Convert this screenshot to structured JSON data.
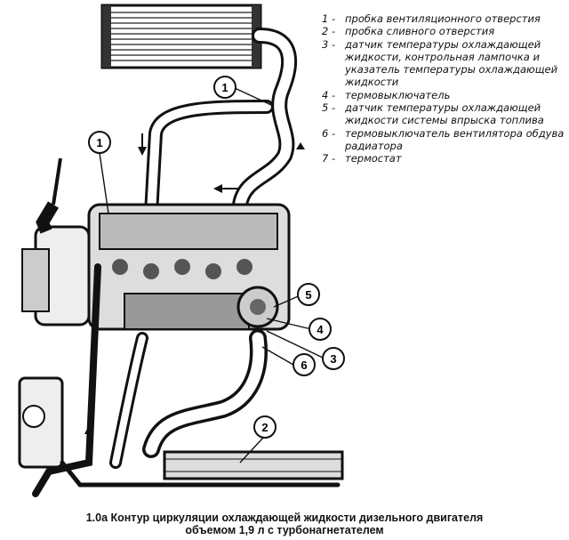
{
  "legend": [
    {
      "num": "1 -",
      "text": "пробка вентиляционного отверстия"
    },
    {
      "num": "2 -",
      "text": "пробка сливного отверстия"
    },
    {
      "num": "3 -",
      "text": "датчик температуры охлаждающей жидкости, контрольная лампочка и указатель температуры охлаждающей жидкости"
    },
    {
      "num": "4 -",
      "text": "термовыключатель"
    },
    {
      "num": "5 -",
      "text": "датчик температуры охлаждающей жидкости системы впрыска топлива"
    },
    {
      "num": "6 -",
      "text": "термовыключатель вентилятора обдува радиатора"
    },
    {
      "num": "7 -",
      "text": "термостат"
    }
  ],
  "callouts": [
    "1",
    "1",
    "2",
    "3",
    "4",
    "5",
    "6"
  ],
  "caption": {
    "line1": "1.0а Контур циркуляции охлаждающей жидкости дизельного двигателя",
    "line2": "объемом 1,9 л с турбонагнетателем"
  }
}
